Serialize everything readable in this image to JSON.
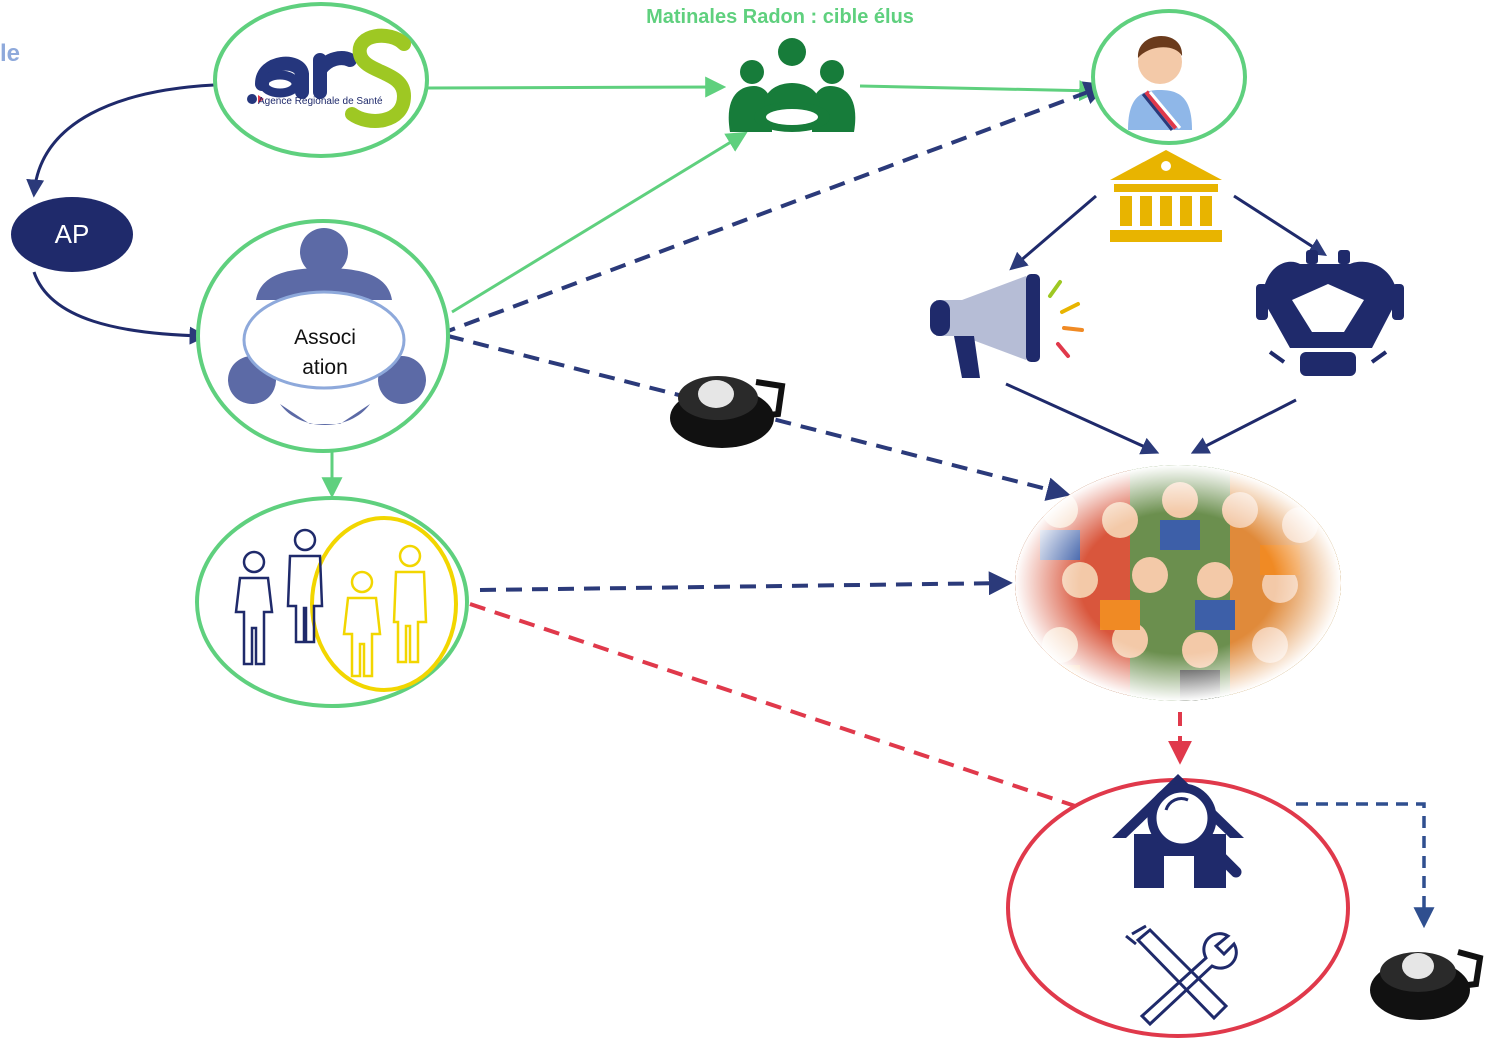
{
  "header": {
    "title_fragment": "le",
    "matinales_label": "Matinales Radon : cible élus"
  },
  "nodes": {
    "ap_label": "AP",
    "association_line1": "Associ",
    "association_line2": "ation",
    "ars_subtitle": "Agence Régionale de Santé"
  },
  "colors": {
    "green": "#5fd07e",
    "navy": "#1f2a6b",
    "dashed_navy": "#2b3a7a",
    "red": "#e0394b",
    "yellow": "#f2d600",
    "ars_blue": "#25367d",
    "ars_green": "#9ec823",
    "gold": "#e8b400",
    "group_green": "#177c3a"
  },
  "icons": {
    "ars_logo": "ars-logo",
    "meeting_group": "group-meeting-icon",
    "mayor": "mayor-icon",
    "town_hall": "town-hall-icon",
    "megaphone": "megaphone-icon",
    "conference_table": "conference-table-icon",
    "association": "association-icon",
    "people_workers": "people-workers-icon",
    "crowd": "crowd-icon",
    "radon_detector": "radon-detector-icon",
    "house_inspection": "house-search-icon",
    "tools": "tools-icon"
  }
}
